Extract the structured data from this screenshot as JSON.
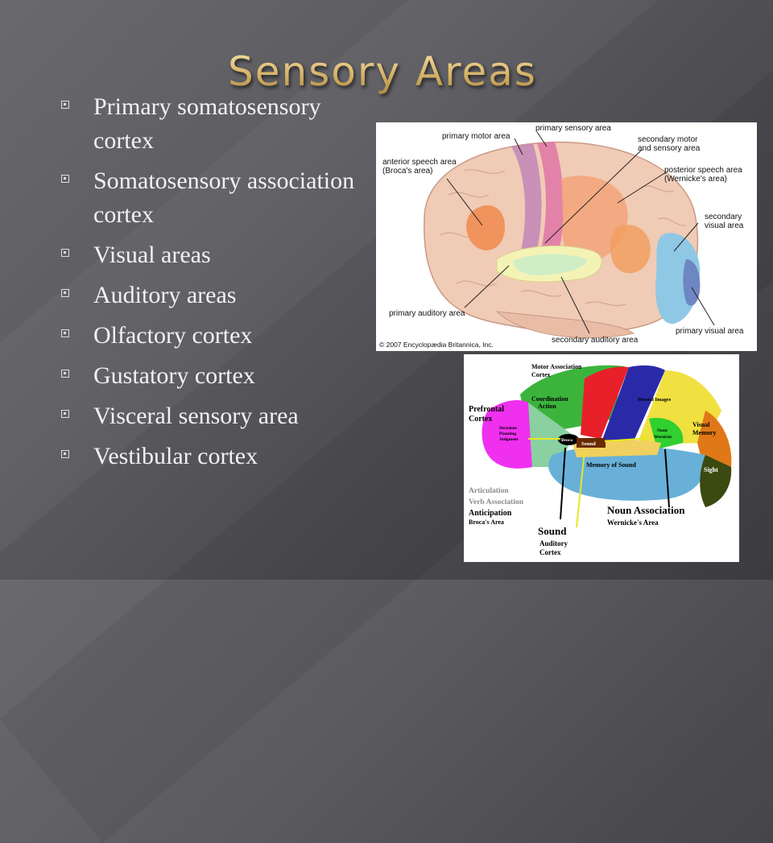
{
  "slide": {
    "title": "Sensory Areas",
    "bullets": [
      "Primary somatosensory cortex",
      "Somatosensory association cortex",
      "Visual areas",
      "Auditory areas",
      "Olfactory cortex",
      "Gustatory cortex",
      "Visceral sensory area",
      "Vestibular cortex"
    ]
  },
  "figure1": {
    "labels": {
      "primary_motor": "primary motor area",
      "primary_sensory": "primary sensory area",
      "secondary_motor_1": "secondary motor",
      "secondary_motor_2": "and sensory area",
      "anterior_speech_1": "anterior speech area",
      "anterior_speech_2": "(Broca's area)",
      "posterior_speech_1": "posterior speech area",
      "posterior_speech_2": "(Wernicke's area)",
      "secondary_visual_1": "secondary",
      "secondary_visual_2": "visual area",
      "primary_auditory": "primary auditory area",
      "secondary_auditory": "secondary auditory area",
      "primary_visual": "primary visual area",
      "copyright": "© 2007 Encyclopædia Britannica, Inc."
    }
  },
  "figure2": {
    "labels": {
      "motor_assoc_1": "Motor Association",
      "motor_assoc_2": "Cortex",
      "coordination_1": "Coordination",
      "coordination_2": "Action",
      "prefrontal_1": "Prefrontal",
      "prefrontal_2": "Cortex",
      "decisions_1": "Decisions",
      "decisions_2": "Planning",
      "decisions_3": "Judgment",
      "broca": "Broca",
      "sound_inner": "Sound",
      "mental_images": "Mental Images",
      "noun_1": "Noun",
      "noun_2": "Wernicke",
      "visual_1": "Visual",
      "visual_2": "Memory",
      "sight": "Sight",
      "memory_sound": "Memory of Sound",
      "articulation": "Articulation",
      "verb_assoc": "Verb Association",
      "anticipation": "Anticipation",
      "brocas_area": "Broca's Area",
      "sound": "Sound",
      "auditory_1": "Auditory",
      "auditory_2": "Cortex",
      "noun_association": "Noun Association",
      "wernickes_area": "Wernicke's Area"
    }
  }
}
